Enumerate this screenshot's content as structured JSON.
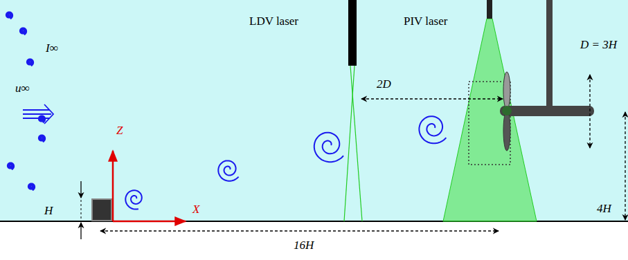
{
  "diagram": {
    "labels": [
      "LDV laser",
      "PIV laser",
      "D = 3H",
      "I∞",
      "u∞",
      "Z",
      "X",
      "H",
      "4H",
      "2D",
      "16H"
    ]
  }
}
